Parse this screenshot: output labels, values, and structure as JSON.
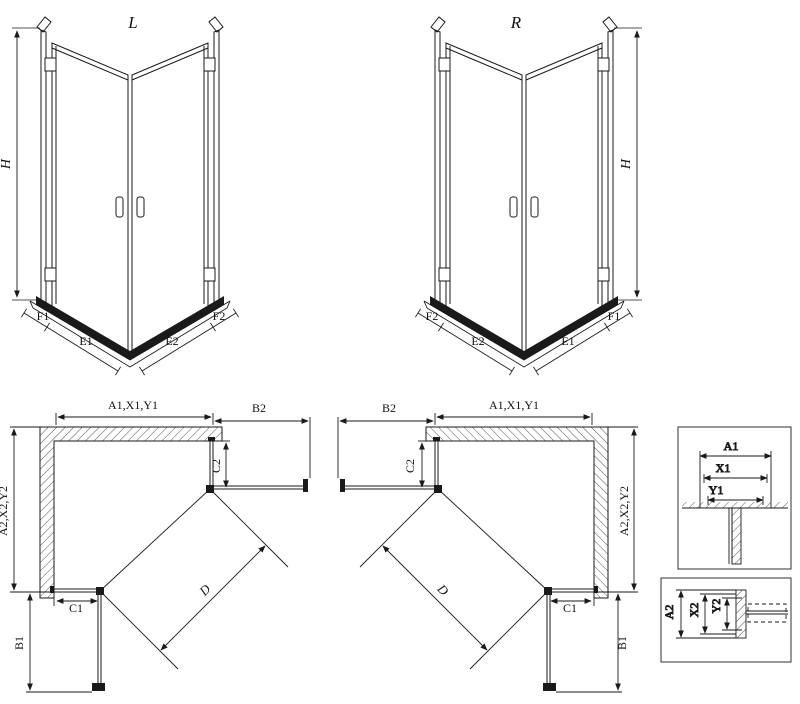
{
  "page": {
    "background": "#ffffff",
    "line_color": "#1a1a1a"
  },
  "view_l": {
    "title": "L",
    "h": "H",
    "f1": "F1",
    "e1": "E1",
    "e2": "E2",
    "f2": "F2"
  },
  "view_r": {
    "title": "R",
    "h": "H",
    "f1": "F1",
    "e1": "E1",
    "e2": "E2",
    "f2": "F2"
  },
  "plan_l": {
    "a1x1y1": "A1,X1,Y1",
    "b2": "B2",
    "c2": "C2",
    "a2x2y2": "A2,X2,Y2",
    "b1": "B1",
    "c1": "C1",
    "d": "D"
  },
  "plan_r": {
    "a1x1y1": "A1,X1,Y1",
    "b2": "B2",
    "c2": "C2",
    "a2x2y2": "A2,X2,Y2",
    "b1": "B1",
    "c1": "C1",
    "d": "D"
  },
  "detail_top": {
    "a1": "A1",
    "x1": "X1",
    "y1": "Y1"
  },
  "detail_bottom": {
    "a2": "A2",
    "x2": "X2",
    "y2": "Y2"
  }
}
